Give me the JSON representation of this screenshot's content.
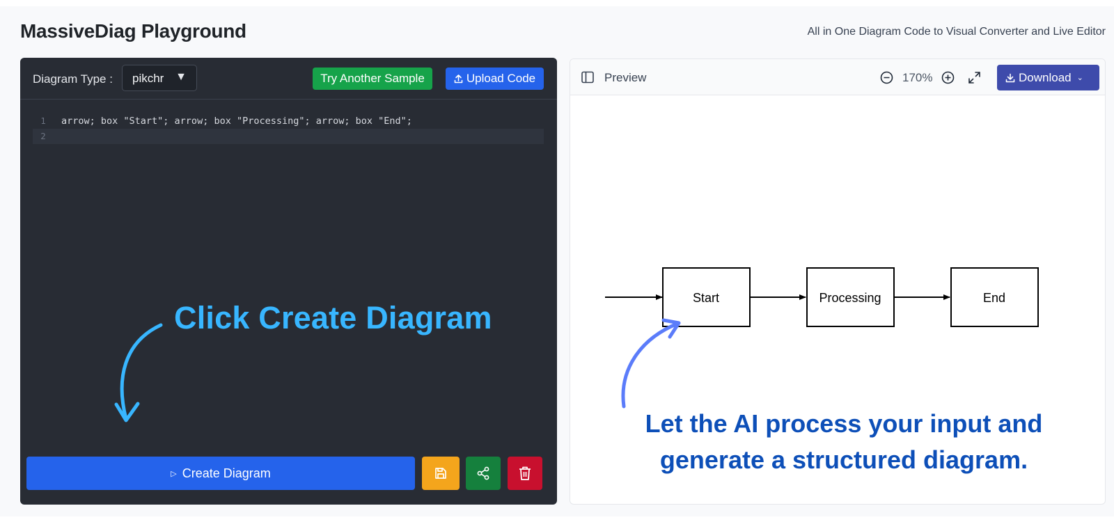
{
  "header": {
    "title": "MassiveDiag Playground",
    "subtitle": "All in One Diagram Code to Visual Converter and Live Editor"
  },
  "editor": {
    "type_label": "Diagram Type :",
    "type_value": "pikchr",
    "sample_button": "Try Another Sample",
    "upload_button": "Upload Code",
    "code_lines": [
      {
        "number": "1",
        "text": "arrow; box \"Start\"; arrow; box \"Processing\"; arrow; box \"End\";"
      },
      {
        "number": "2",
        "text": ""
      }
    ],
    "hint": "Click Create Diagram",
    "create_button": "Create Diagram"
  },
  "preview": {
    "label": "Preview",
    "zoom": "170%",
    "download_button": "Download",
    "diagram_boxes": [
      "Start",
      "Processing",
      "End"
    ],
    "hint_line1": "Let the AI process your input and",
    "hint_line2": "generate a structured diagram."
  },
  "colors": {
    "editor_bg": "#282c34",
    "primary_blue": "#2563eb",
    "sample_green": "#16a34a",
    "save_amber": "#f4a51c",
    "share_green": "#15803d",
    "delete_red": "#c8102e",
    "download_indigo": "#3e4bab",
    "hint_left": "#38b6ff",
    "hint_right": "#0d4fb8"
  }
}
